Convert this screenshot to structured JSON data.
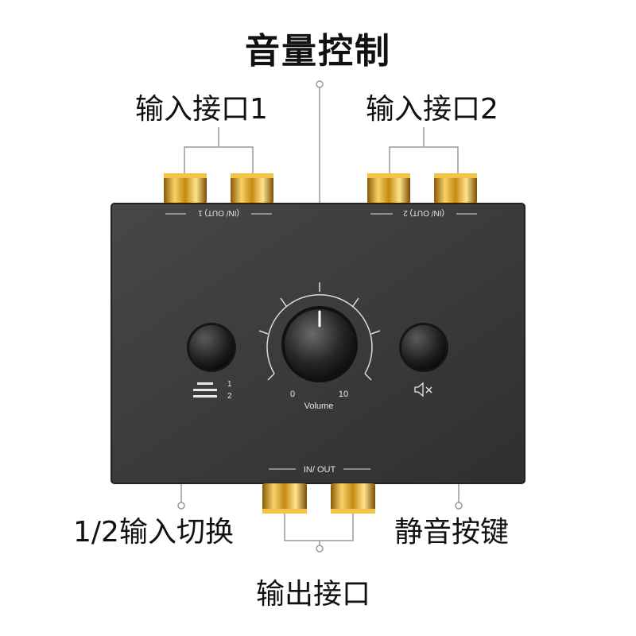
{
  "callouts": {
    "title": "音量控制",
    "input1": "输入接口1",
    "input2": "输入接口2",
    "switch": "1/2输入切换",
    "mute": "静音按键",
    "output": "输出接口"
  },
  "panel": {
    "port1_label": "(IN/ OUT) 1",
    "port2_label": "(IN/ OUT) 2",
    "out_label": "IN/ OUT",
    "dial_min": "0",
    "dial_max": "10",
    "dial_label": "Volume",
    "sw_opt1": "1",
    "sw_opt2": "2"
  },
  "colors": {
    "body": "#3b3b3b",
    "gold": "#d9a520",
    "leader": "#9a9a9a"
  },
  "icons": [
    "switch-position-icon",
    "mute-speaker-icon"
  ]
}
